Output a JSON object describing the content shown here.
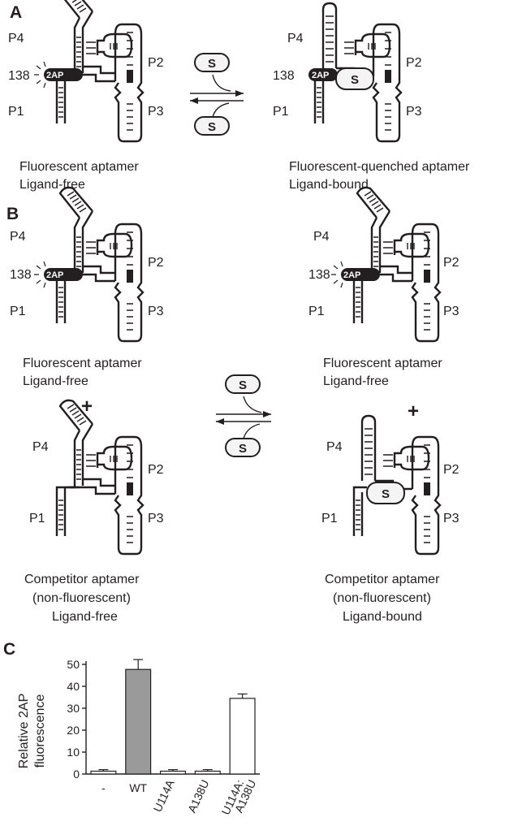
{
  "panels": {
    "A": {
      "letter": "A",
      "left": {
        "line1": "Fluorescent aptamer",
        "line2": "Ligand-free"
      },
      "right": {
        "line1": "Fluorescent-quenched aptamer",
        "line2": "Ligand-bound"
      }
    },
    "B": {
      "letter": "B",
      "top_left": {
        "line1": "Fluorescent aptamer",
        "line2": "Ligand-free"
      },
      "top_right": {
        "line1": "Fluorescent aptamer",
        "line2": "Ligand-free"
      },
      "bottom_left": {
        "line1": "Competitor aptamer",
        "line2": "(non-fluorescent)",
        "line3": "Ligand-free"
      },
      "bottom_right": {
        "line1": "Competitor aptamer",
        "line2": "(non-fluorescent)",
        "line3": "Ligand-bound"
      },
      "plus": "+"
    },
    "C": {
      "letter": "C"
    }
  },
  "structure_labels": {
    "p1": "P1",
    "p2": "P2",
    "p3": "P3",
    "p4": "P4",
    "position": "138",
    "probe": "2AP",
    "ligand": "S"
  },
  "chart_data": {
    "type": "bar",
    "ylabel_line1": "Relative 2AP",
    "ylabel_line2": "fluorescence",
    "ylim": [
      0,
      50
    ],
    "yticks": [
      "0",
      "10",
      "20",
      "30",
      "40",
      "50"
    ],
    "categories": [
      "-",
      "WT",
      "U114A",
      "A138U",
      "U114A:",
      "A138U"
    ],
    "category_labels": [
      "-",
      "WT",
      "U114A",
      "A138U",
      "U114A:\nA138U"
    ],
    "values": [
      1.3,
      47.7,
      1.3,
      1.3,
      34.5
    ],
    "errors": [
      0.7,
      4.5,
      0.7,
      0.7,
      2.0
    ],
    "fills": [
      "#ffffff",
      "#9a9a9a",
      "#ffffff",
      "#ffffff",
      "#ffffff"
    ],
    "grid": false,
    "legend": "none"
  }
}
